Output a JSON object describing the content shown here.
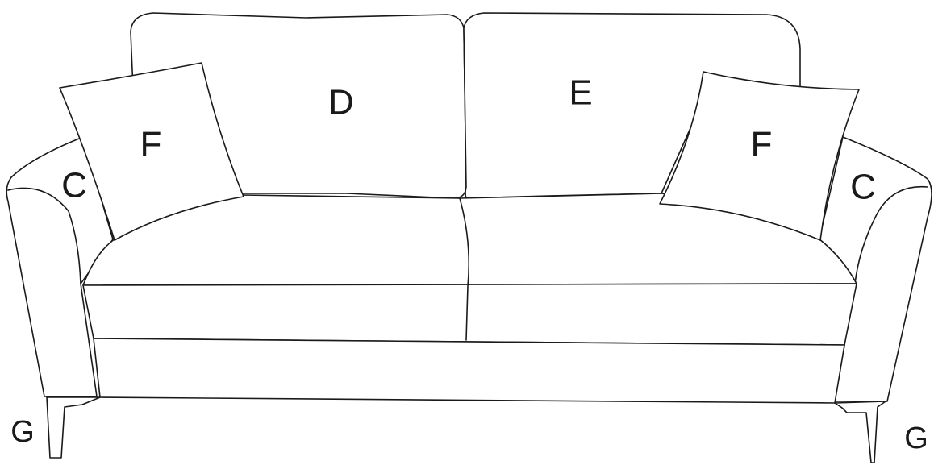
{
  "labels": {
    "back_cushion_left": "D",
    "back_cushion_right": "E",
    "throw_pillow_left": "F",
    "throw_pillow_right": "F",
    "arm_left": "C",
    "arm_right": "C",
    "leg_left": "G",
    "leg_right": "G"
  }
}
